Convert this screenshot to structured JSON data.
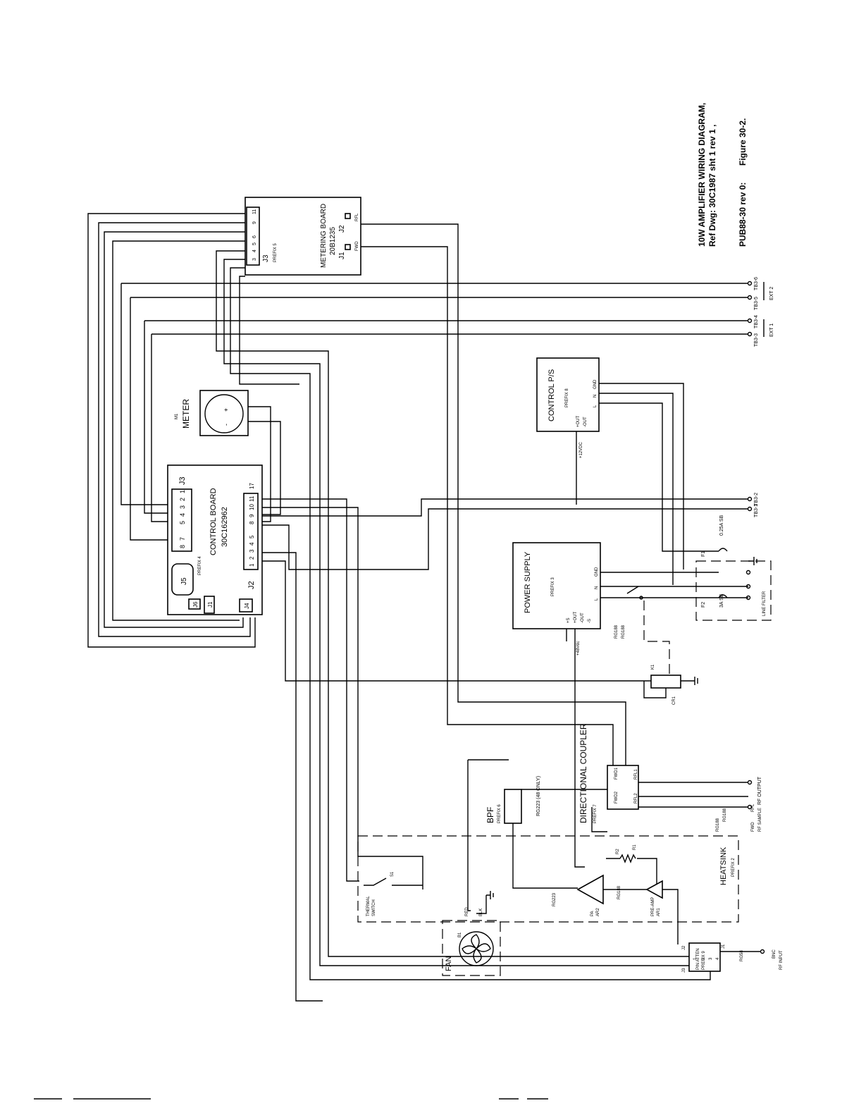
{
  "title": {
    "line1": "10W AMPLIFIER WIRING DIAGRAM,",
    "line2": "Ref Dwg: 30C1987 sht 1 rev 1 ,",
    "line3": "PUB88-30 rev 0:",
    "figure": "Figure 30-2."
  },
  "metering_board": {
    "name": "METERING BOARD",
    "part": "20B1235",
    "j1": "J1",
    "j2": "J2",
    "j3": "J3",
    "prefix": "PREFIX 5",
    "pins": [
      "3",
      "4",
      "5",
      "6",
      "9",
      "11"
    ],
    "fwd": "FWD",
    "rfl": "RFL"
  },
  "meter": {
    "name": "METER",
    "ref": "M1",
    "plus": "+",
    "minus": "-"
  },
  "control_board": {
    "name": "CONTROL BOARD",
    "part": "30C162962",
    "prefix": "PREFIX 4",
    "j1": "J1",
    "j2": "J2",
    "j3": "J3",
    "j4": "J4",
    "j5": "J5",
    "j6": "J6",
    "j3_pins": [
      "8",
      "7",
      "5",
      "4",
      "3",
      "2",
      "1"
    ],
    "j2_pins": [
      "1",
      "2",
      "3",
      "4",
      "5",
      "8",
      "9",
      "10",
      "11"
    ],
    "pin17": "17"
  },
  "control_ps": {
    "name": "CONTROL P/S",
    "prefix": "PREFIX 8",
    "out_plus": "+OUT",
    "out_minus": "-OUT",
    "gnd": "GND",
    "n": "N",
    "l": "L",
    "v12": "+12VDC"
  },
  "power_supply": {
    "name": "POWER SUPPLY",
    "prefix": "PREFIX 3",
    "gnd": "GND",
    "n": "N",
    "l": "L",
    "out_plus": "+OUT",
    "out_minus": "-OUT",
    "s_plus": "+S",
    "s_minus": "-S",
    "v48": "+48Vdc",
    "rg188a": "RG188",
    "rg188b": "RG188"
  },
  "line_filter": {
    "name": "LINE FILTER",
    "f1": "F1",
    "f1_rating": "0.25A SB",
    "f2": "F2",
    "f2_rating": "3A SB"
  },
  "ext": {
    "ext2": "EXT 2",
    "ext1": "EXT 1",
    "tb6": "TB3-6",
    "tb5": "TB3-5",
    "tb4": "TB3-4",
    "tb3": "TB3-3",
    "tb2": "TB3-2",
    "tb1": "TB3-1"
  },
  "k1": {
    "ref": "K1",
    "diode": "CR1"
  },
  "directional_coupler": {
    "name": "DIRECTIONAL COUPLER",
    "prefix": "PREFIX 7",
    "fwd1": "FWD1",
    "fwd2": "FWD2",
    "rfl1": "RFL1",
    "rfl2": "RFL2",
    "rf_output": "RF OUTPUT",
    "rfl_label": "RFL",
    "fwd_label": "FWD",
    "rf_sample": "RF SAMPLE",
    "rg223_note": "RG223 (48 ONLY)",
    "rg188a": "RG188",
    "rg188b": "RG188"
  },
  "bpf": {
    "name": "BPF",
    "prefix": "PREFIX 6"
  },
  "heatsink": {
    "name": "HEATSINK",
    "prefix": "PREFIX 2",
    "r1": "R1",
    "r2": "R2",
    "pa": "PA",
    "pa_ref": "AR2",
    "preamp": "PRE-AMP",
    "preamp_ref": "AR1",
    "rg223": "RG223",
    "rg188": "RG188",
    "thermal": "THERMAL",
    "switch": "SWITCH",
    "s1": "S1",
    "red": "RED",
    "blk": "BLK"
  },
  "fan": {
    "name": "FAN",
    "ref": "B1"
  },
  "pin_atten": {
    "name": "PIN ATTEN",
    "prefix": "PREFIX 9",
    "j1": "J1",
    "j2": "J2",
    "j3": "J3",
    "pins": [
      "1",
      "2",
      "3",
      "4"
    ],
    "rg58": "RG58",
    "rf_input": "RF INPUT",
    "bnc": "BNC"
  }
}
